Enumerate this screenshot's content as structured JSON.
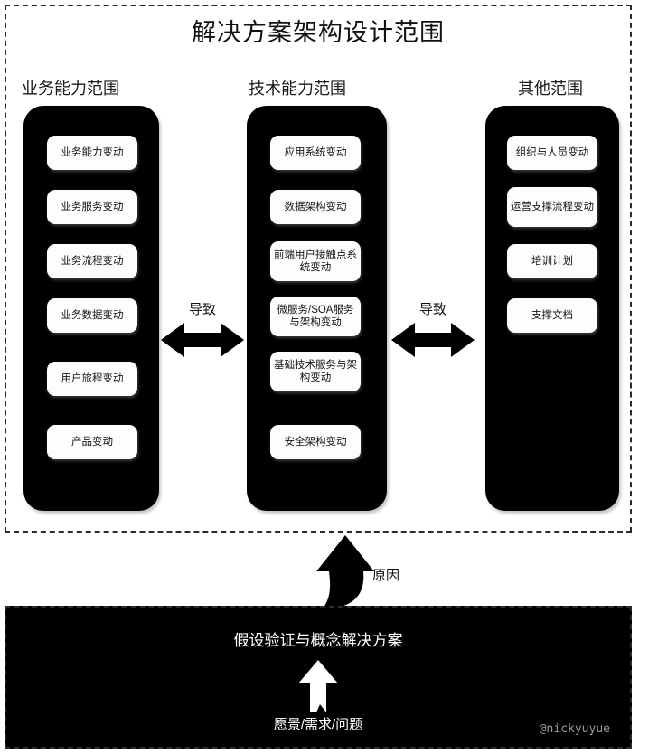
{
  "diagram": {
    "title": "解决方案架构设计范围",
    "columns": [
      {
        "header": "业务能力范围",
        "items": [
          {
            "label": "业务能力变动"
          },
          {
            "label": "业务服务变动"
          },
          {
            "label": "业务流程变动"
          },
          {
            "label": "业务数据变动"
          },
          {
            "label": "用户旅程变动"
          },
          {
            "label": "产品变动"
          }
        ]
      },
      {
        "header": "技术能力范围",
        "items": [
          {
            "label": "应用系统变动"
          },
          {
            "label": "数据架构变动"
          },
          {
            "label": "前端用户接触点系统变动"
          },
          {
            "label": "微服务/SOA服务与架构变动"
          },
          {
            "label": "基础技术服务与架构变动"
          },
          {
            "label": "安全架构变动"
          }
        ]
      },
      {
        "header": "其他范围",
        "items": [
          {
            "label": "组织与人员变动"
          },
          {
            "label": "运营支撑流程变动"
          },
          {
            "label": "培训计划"
          },
          {
            "label": "支撑文档"
          }
        ]
      }
    ],
    "connectors": [
      {
        "label": "导致",
        "kind": "bidirectional"
      },
      {
        "label": "导致",
        "kind": "bidirectional"
      },
      {
        "label": "原因",
        "kind": "curved-up"
      }
    ],
    "base": {
      "title": "假设验证与概念解决方案",
      "input": "愿景/需求/问题"
    },
    "watermark": "@nickyuyue",
    "colors": {
      "panel": "#000000",
      "chip": "#fdfdfd",
      "frame_border": "#2b2b2b",
      "text": "#111111",
      "watermark": "#9a9a9a"
    }
  }
}
